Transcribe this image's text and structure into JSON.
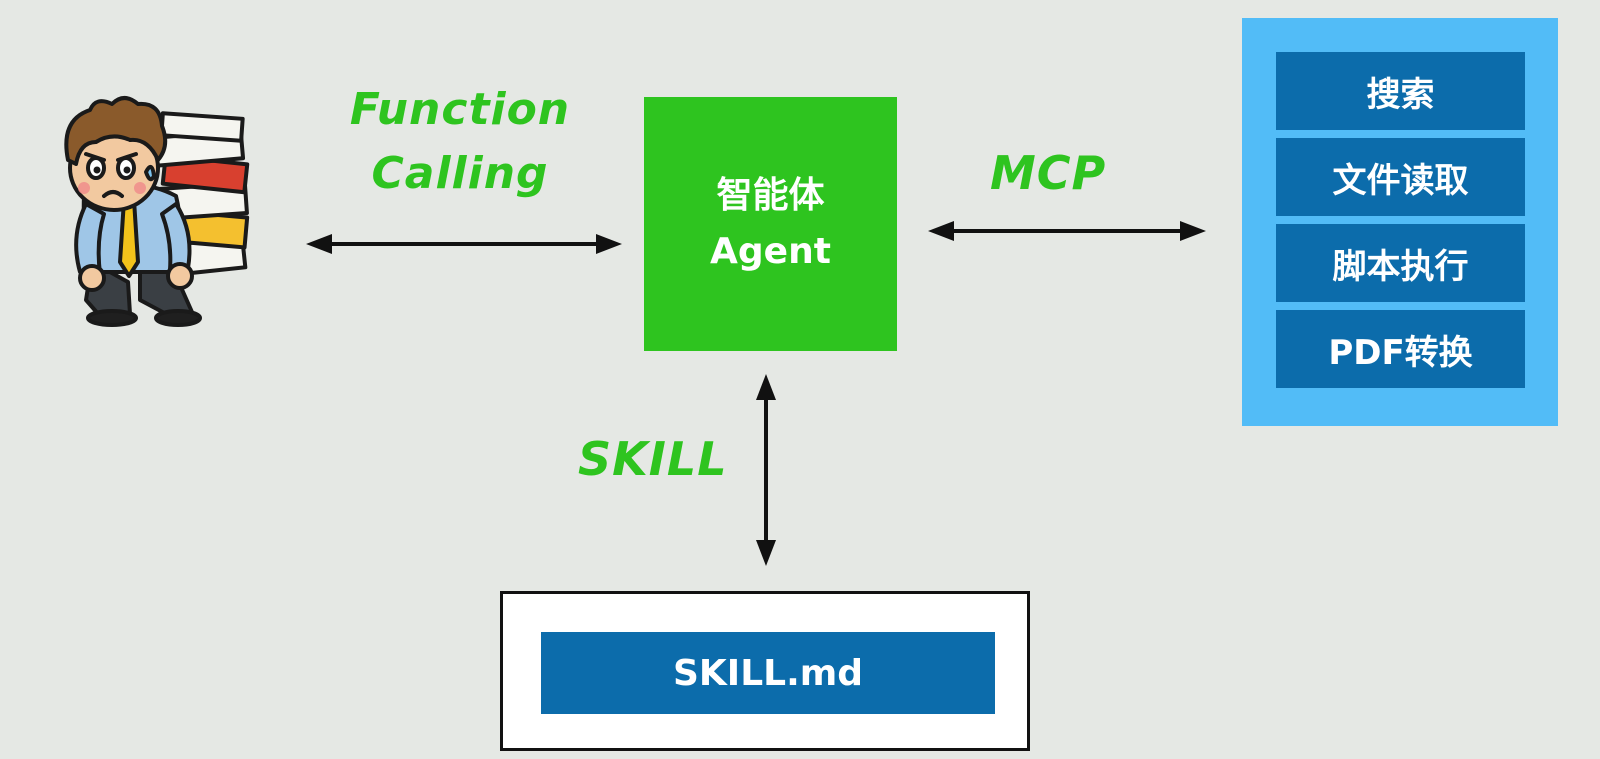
{
  "edges": {
    "function_calling": [
      "Function",
      "Calling"
    ],
    "mcp": "MCP",
    "skill": "SKILL"
  },
  "agent": {
    "line1": "智能体",
    "line2": "Agent"
  },
  "tools": [
    "搜索",
    "文件读取",
    "脚本执行",
    "PDF转换"
  ],
  "skill_file": "SKILL.md",
  "colors": {
    "background": "#e5e8e4",
    "label_green": "#2ec41f",
    "agent_green": "#2ec41f",
    "panel_blue": "#52bcf7",
    "item_blue": "#0c6cab",
    "arrow": "#111111"
  },
  "icons": {
    "user": "stressed-office-worker-carrying-papers-icon"
  }
}
